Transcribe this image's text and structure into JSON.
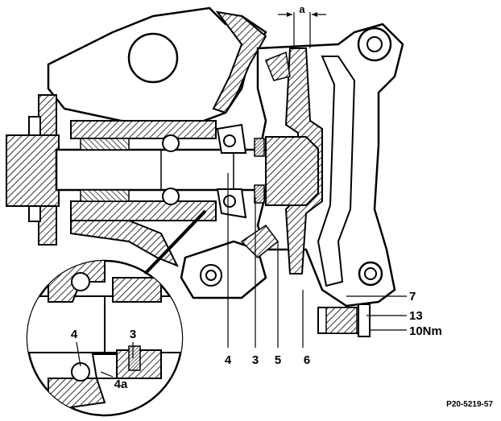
{
  "diagram": {
    "callouts": {
      "a": "a",
      "4": "4",
      "3": "3",
      "5": "5",
      "6": "6",
      "7": "7",
      "13": "13",
      "torque": "10Nm"
    },
    "detail_callouts": {
      "4": "4",
      "3": "3",
      "4a": "4a"
    },
    "reference_code": "P20-5219-57"
  }
}
